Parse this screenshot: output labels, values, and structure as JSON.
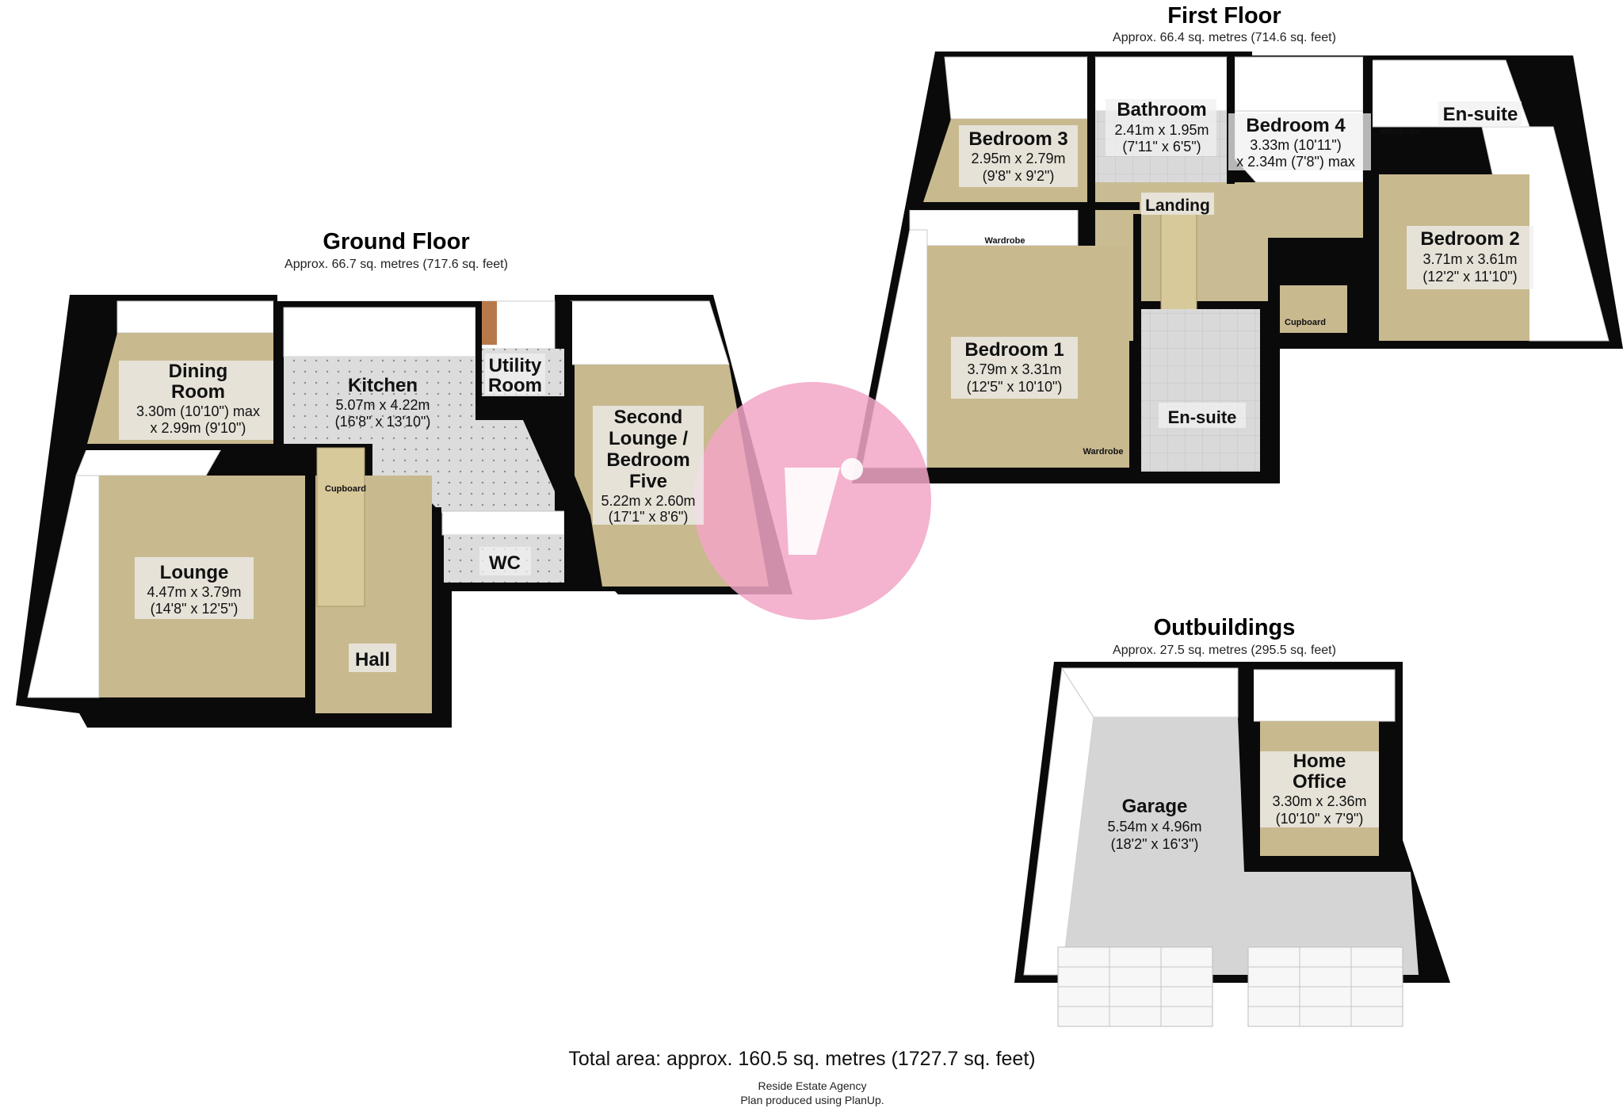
{
  "ground_floor": {
    "title": "Ground Floor",
    "area": "Approx. 66.7 sq. metres (717.6 sq. feet)",
    "rooms": {
      "dining": {
        "name_1": "Dining",
        "name_2": "Room",
        "dim_1": "3.30m (10'10\") max",
        "dim_2": "x 2.99m (9'10\")"
      },
      "kitchen": {
        "name": "Kitchen",
        "dim_1": "5.07m x 4.22m",
        "dim_2": "(16'8\" x 13'10\")"
      },
      "utility": {
        "name_1": "Utility",
        "name_2": "Room"
      },
      "second_lounge": {
        "name_1": "Second",
        "name_2": "Lounge /",
        "name_3": "Bedroom",
        "name_4": "Five",
        "dim_1": "5.22m x 2.60m",
        "dim_2": "(17'1\" x 8'6\")"
      },
      "lounge": {
        "name": "Lounge",
        "dim_1": "4.47m x 3.79m",
        "dim_2": "(14'8\" x 12'5\")"
      },
      "wc": {
        "name": "WC"
      },
      "hall": {
        "name": "Hall"
      },
      "cupboard": {
        "name": "Cupboard"
      }
    }
  },
  "first_floor": {
    "title": "First Floor",
    "area": "Approx. 66.4 sq. metres (714.6 sq. feet)",
    "rooms": {
      "bedroom3": {
        "name": "Bedroom 3",
        "dim_1": "2.95m x 2.79m",
        "dim_2": "(9'8\" x 9'2\")"
      },
      "bathroom": {
        "name": "Bathroom",
        "dim_1": "2.41m x 1.95m",
        "dim_2": "(7'11\" x 6'5\")"
      },
      "bedroom4": {
        "name": "Bedroom 4",
        "dim_1": "3.33m (10'11\")",
        "dim_2": "x 2.34m (7'8\") max"
      },
      "ensuite_top": {
        "name": "En-suite"
      },
      "bedroom2": {
        "name": "Bedroom 2",
        "dim_1": "3.71m x 3.61m",
        "dim_2": "(12'2\" x 11'10\")"
      },
      "landing": {
        "name": "Landing"
      },
      "bedroom1": {
        "name": "Bedroom 1",
        "dim_1": "3.79m x 3.31m",
        "dim_2": "(12'5\" x 10'10\")"
      },
      "ensuite_mid": {
        "name": "En-suite"
      },
      "wardrobe_1": {
        "name": "Wardrobe"
      },
      "wardrobe_2": {
        "name": "Wardrobe"
      },
      "wardrobe_3": {
        "name": "Wardrobe"
      },
      "cupboard": {
        "name": "Cupboard"
      }
    }
  },
  "outbuildings": {
    "title": "Outbuildings",
    "area": "Approx. 27.5 sq. metres (295.5 sq. feet)",
    "rooms": {
      "garage": {
        "name": "Garage",
        "dim_1": "5.54m x 4.96m",
        "dim_2": "(18'2\" x 16'3\")"
      },
      "office": {
        "name_1": "Home",
        "name_2": "Office",
        "dim_1": "3.30m x 2.36m",
        "dim_2": "(10'10\" x 7'9\")"
      }
    }
  },
  "footer": {
    "total": "Total area: approx. 160.5 sq. metres (1727.7 sq. feet)",
    "agency": "Reside Estate Agency",
    "produced": "Plan produced using PlanUp."
  },
  "colors": {
    "watermark": "#f2a6c6",
    "carpet": "#c8b98f",
    "tile": "#d7d7d7",
    "wall": "#0a0a0a"
  },
  "icons": {
    "watermark": "agency-logo-watermark"
  }
}
